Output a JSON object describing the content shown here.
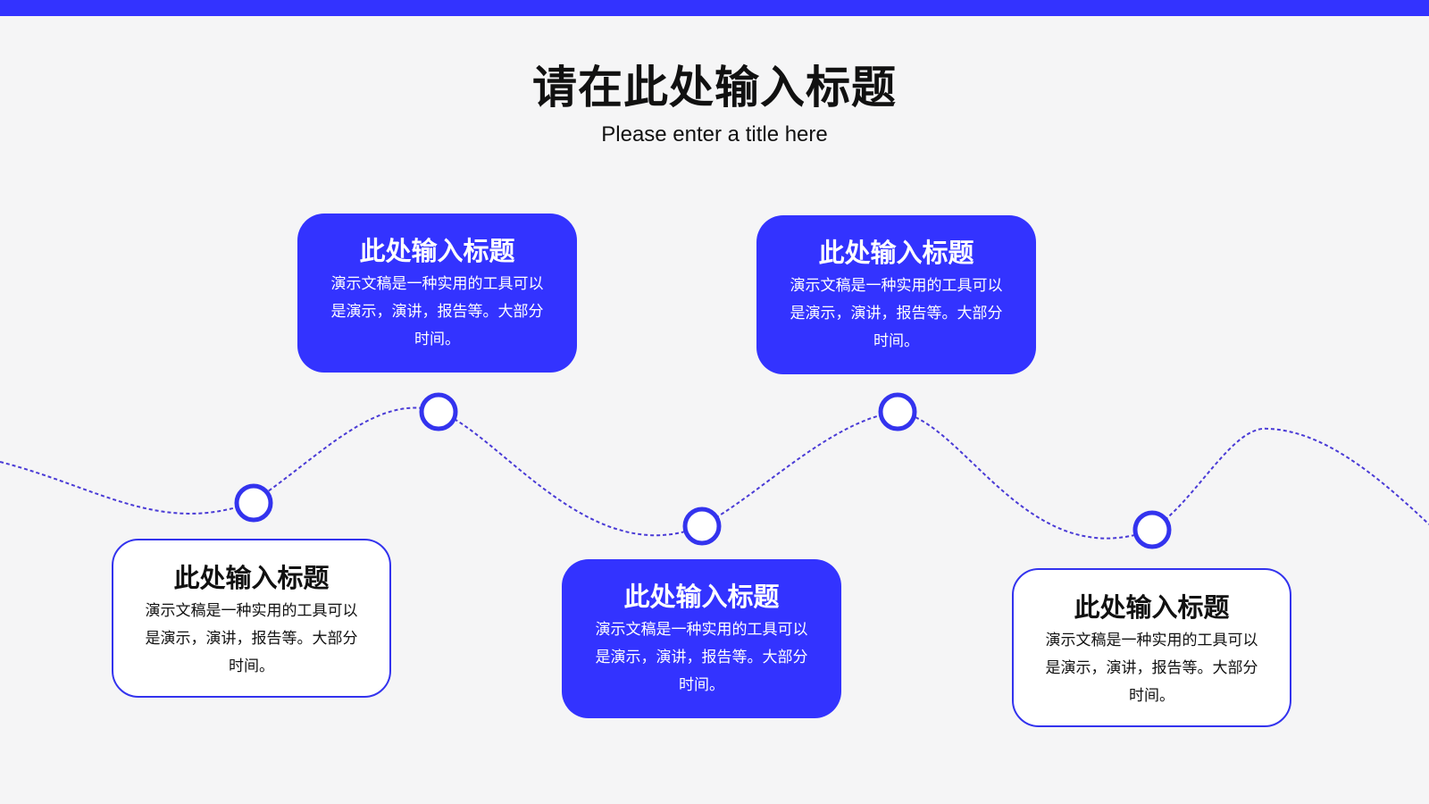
{
  "header": {
    "title": "请在此处输入标题",
    "subtitle": "Please enter a title here"
  },
  "colors": {
    "accent": "#3333ff",
    "background": "#f5f5f6",
    "wave": "#4a3bd6",
    "text": "#111111"
  },
  "cards": [
    {
      "title": "此处输入标题",
      "text": "演示文稿是一种实用的工具可以是演示，演讲，报告等。大部分时间。",
      "style": "white"
    },
    {
      "title": "此处输入标题",
      "text": "演示文稿是一种实用的工具可以是演示，演讲，报告等。大部分时间。",
      "style": "blue"
    },
    {
      "title": "此处输入标题",
      "text": "演示文稿是一种实用的工具可以是演示，演讲，报告等。大部分时间。",
      "style": "blue"
    },
    {
      "title": "此处输入标题",
      "text": "演示文稿是一种实用的工具可以是演示，演讲，报告等。大部分时间。",
      "style": "blue"
    },
    {
      "title": "此处输入标题",
      "text": "演示文稿是一种实用的工具可以是演示，演讲，报告等。大部分时间。",
      "style": "white"
    }
  ]
}
